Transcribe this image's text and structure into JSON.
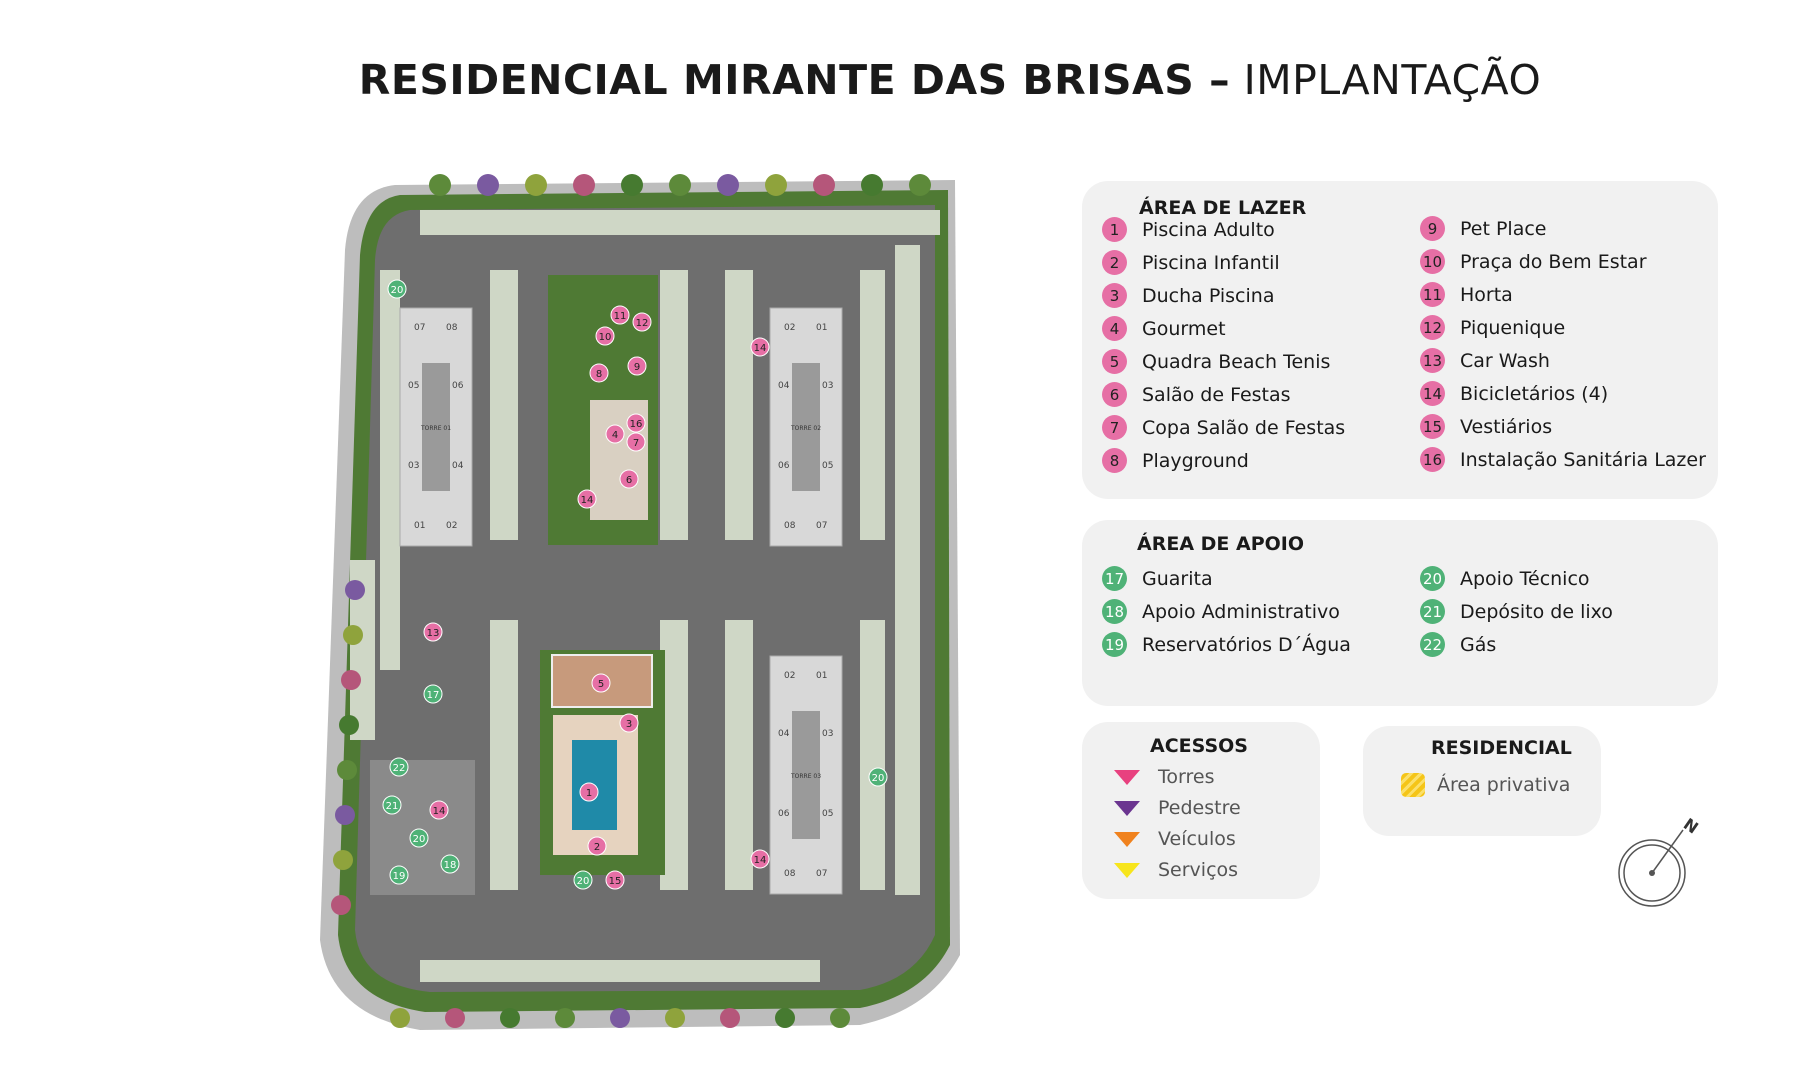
{
  "title": {
    "bold": "RESIDENCIAL MIRANTE DAS BRISAS –",
    "light": "IMPLANTAÇÃO"
  },
  "colors": {
    "lazer": "#e66fa5",
    "apoio": "#4fb277",
    "panel": "#f1f1f1",
    "road": "#6e6e6e",
    "grass": "#4f7a34"
  },
  "lazer": {
    "title": "ÁREA DE LAZER",
    "items": [
      {
        "n": "1",
        "label": "Piscina Adulto"
      },
      {
        "n": "2",
        "label": "Piscina Infantil"
      },
      {
        "n": "3",
        "label": "Ducha Piscina"
      },
      {
        "n": "4",
        "label": "Gourmet"
      },
      {
        "n": "5",
        "label": "Quadra Beach Tenis"
      },
      {
        "n": "6",
        "label": "Salão de Festas"
      },
      {
        "n": "7",
        "label": "Copa Salão de Festas"
      },
      {
        "n": "8",
        "label": "Playground"
      },
      {
        "n": "9",
        "label": "Pet Place"
      },
      {
        "n": "10",
        "label": "Praça do Bem Estar"
      },
      {
        "n": "11",
        "label": "Horta"
      },
      {
        "n": "12",
        "label": "Piquenique"
      },
      {
        "n": "13",
        "label": "Car Wash"
      },
      {
        "n": "14",
        "label": "Bicicletários (4)"
      },
      {
        "n": "15",
        "label": "Vestiários"
      },
      {
        "n": "16",
        "label": "Instalação Sanitária Lazer"
      }
    ]
  },
  "apoio": {
    "title": "ÁREA DE APOIO",
    "items": [
      {
        "n": "17",
        "label": "Guarita"
      },
      {
        "n": "18",
        "label": "Apoio Administrativo"
      },
      {
        "n": "19",
        "label": "Reservatórios D´Água"
      },
      {
        "n": "20",
        "label": "Apoio Técnico"
      },
      {
        "n": "21",
        "label": "Depósito de lixo"
      },
      {
        "n": "22",
        "label": "Gás"
      }
    ]
  },
  "acessos": {
    "title": "ACESSOS",
    "items": [
      {
        "label": "Torres",
        "color": "#e8417f"
      },
      {
        "label": "Pedestre",
        "color": "#6b3590"
      },
      {
        "label": "Veículos",
        "color": "#f0821e"
      },
      {
        "label": "Serviços",
        "color": "#f7e51c"
      }
    ]
  },
  "residencial": {
    "title": "RESIDENCIAL",
    "item": "Área privativa"
  },
  "compass": {
    "label": "N"
  },
  "map": {
    "towers": [
      {
        "name": "TORRE 01",
        "units": [
          "07",
          "08",
          "05",
          "06",
          "03",
          "04",
          "01",
          "02"
        ]
      },
      {
        "name": "TORRE 02",
        "units": [
          "02",
          "01",
          "04",
          "03",
          "06",
          "05",
          "08",
          "07"
        ]
      },
      {
        "name": "TORRE 03",
        "units": [
          "02",
          "01",
          "04",
          "03",
          "06",
          "05",
          "08",
          "07"
        ]
      }
    ],
    "markers": [
      "1",
      "2",
      "3",
      "4",
      "5",
      "6",
      "7",
      "8",
      "9",
      "10",
      "11",
      "12",
      "13",
      "14",
      "14",
      "14",
      "14",
      "15",
      "16",
      "17",
      "18",
      "19",
      "20",
      "20",
      "20",
      "20",
      "21",
      "22"
    ]
  }
}
